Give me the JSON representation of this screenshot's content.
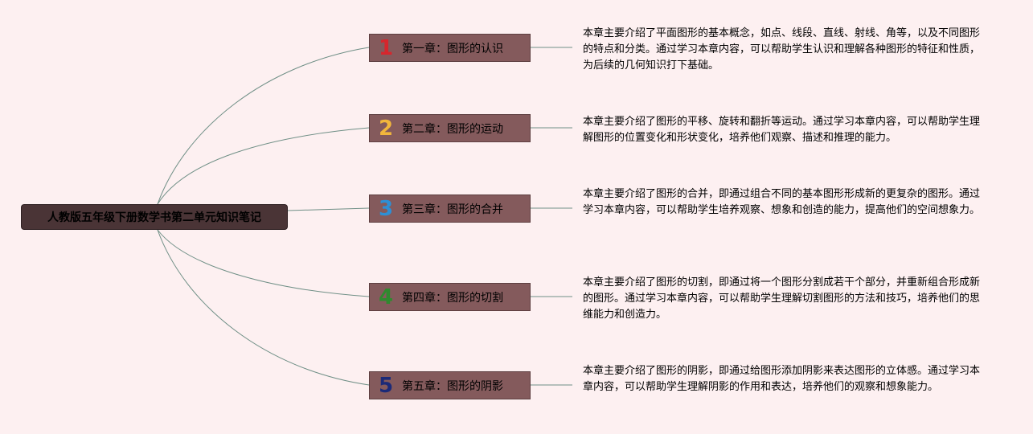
{
  "root": {
    "title": "人教版五年级下册数学书第二单元知识笔记"
  },
  "chapters": [
    {
      "num": "1",
      "num_color": "#d6262d",
      "label": "第一章：图形的认识",
      "desc": "本章主要介绍了平面图形的基本概念，如点、线段、直线、射线、角等，以及不同图形的特点和分类。通过学习本章内容，可以帮助学生认识和理解各种图形的特征和性质，为后续的几何知识打下基础。"
    },
    {
      "num": "2",
      "num_color": "#f2b63c",
      "label": "第二章：图形的运动",
      "desc": "本章主要介绍了图形的平移、旋转和翻折等运动。通过学习本章内容，可以帮助学生理解图形的位置变化和形状变化，培养他们观察、描述和推理的能力。"
    },
    {
      "num": "3",
      "num_color": "#2d8fd5",
      "label": "第三章：图形的合并",
      "desc": "本章主要介绍了图形的合并，即通过组合不同的基本图形形成新的更复杂的图形。通过学习本章内容，可以帮助学生培养观察、想象和创造的能力，提高他们的空间想象力。"
    },
    {
      "num": "4",
      "num_color": "#2f8a2f",
      "label": "第四章：图形的切割",
      "desc": "本章主要介绍了图形的切割，即通过将一个图形分割成若干个部分，并重新组合形成新的图形。通过学习本章内容，可以帮助学生理解切割图形的方法和技巧，培养他们的思维能力和创造力。"
    },
    {
      "num": "5",
      "num_color": "#1b2a78",
      "label": "第五章：图形的阴影",
      "desc": "本章主要介绍了图形的阴影，即通过给图形添加阴影来表达图形的立体感。通过学习本章内容，可以帮助学生理解阴影的作用和表达，培养他们的观察和想象能力。"
    }
  ],
  "colors": {
    "background": "#fdf0f1",
    "node": "#845a5c",
    "root": "#4a3436",
    "line": "#6f8f86"
  }
}
